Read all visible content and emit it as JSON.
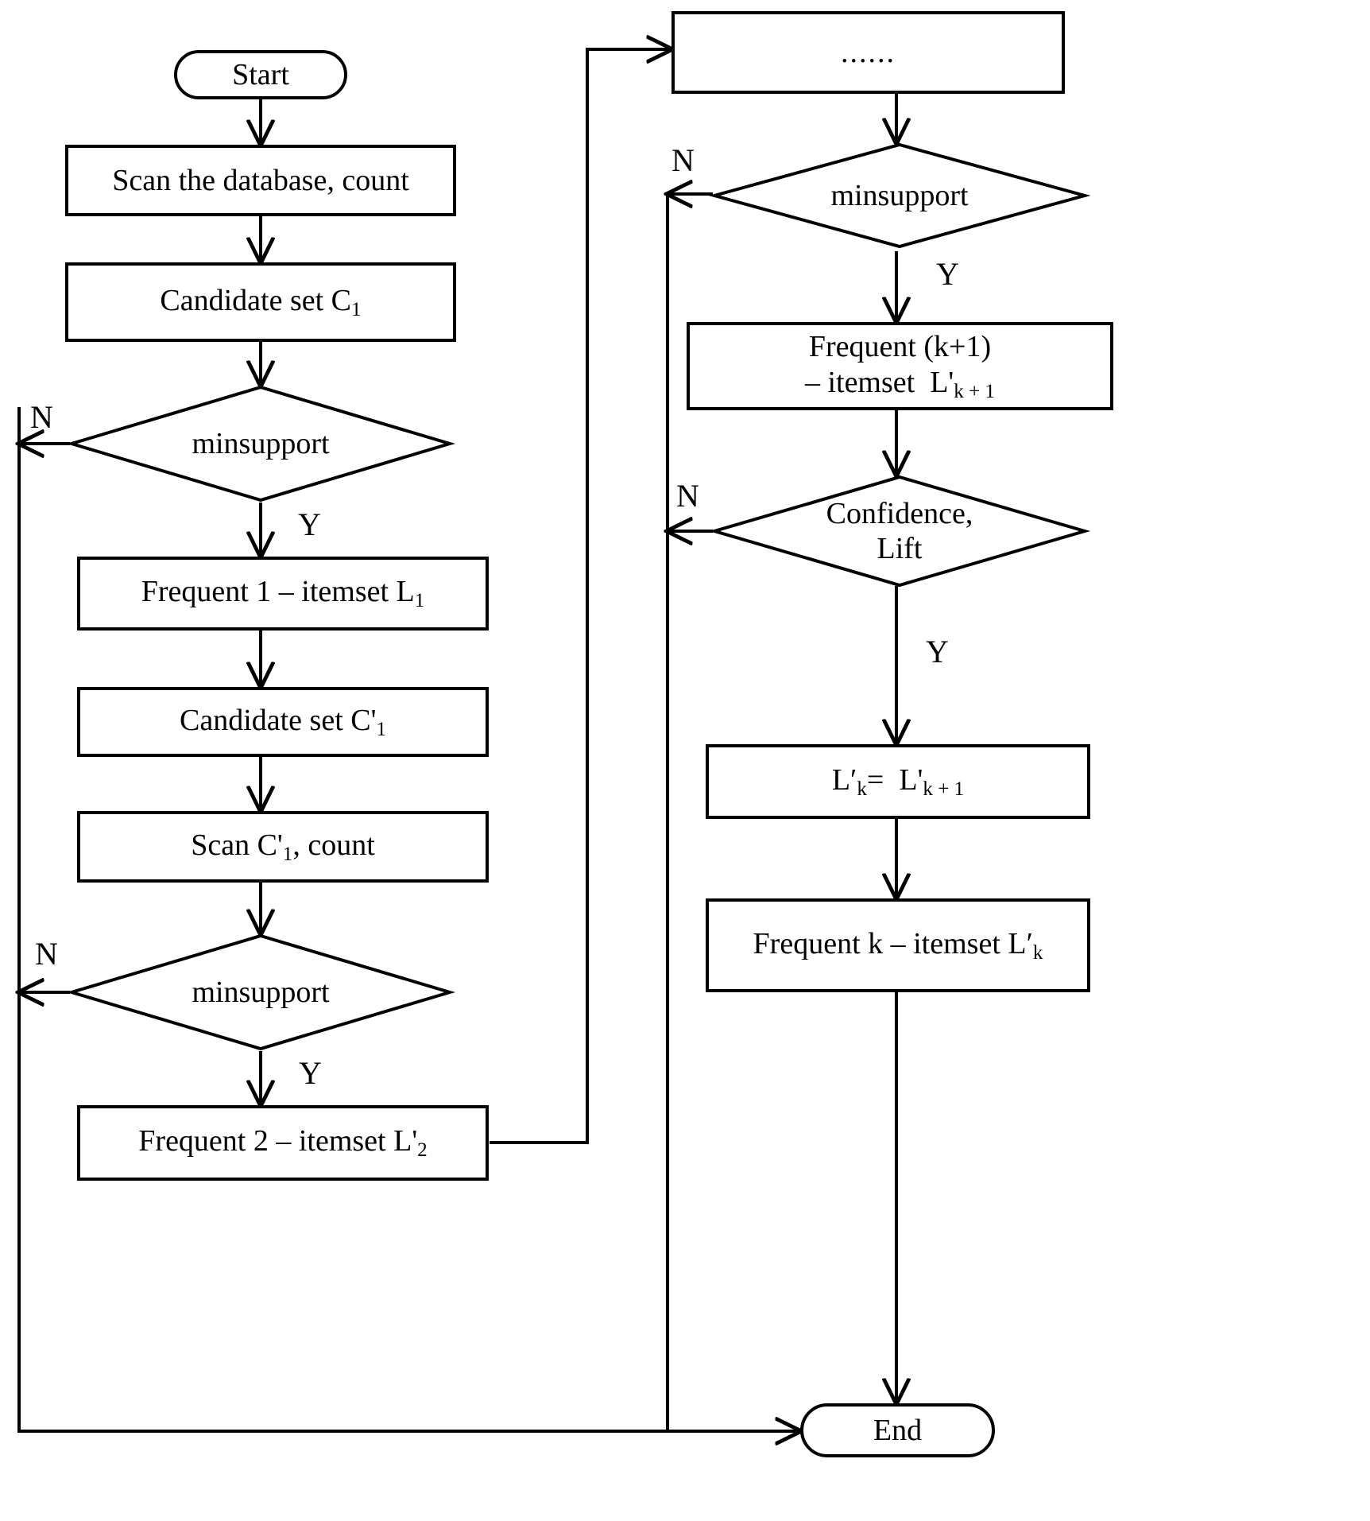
{
  "diagram": {
    "type": "flowchart",
    "title": "Association rule mining (Apriori) flowchart",
    "line_color": "#000000",
    "fill_color": "#ffffff",
    "text_color": "#000000"
  },
  "nodes": {
    "start": {
      "label": "Start",
      "shape": "terminal"
    },
    "scan_db": {
      "label": "Scan the database, count",
      "shape": "process"
    },
    "candidate_c1": {
      "label": "Candidate set C1",
      "shape": "process"
    },
    "minsupport_1": {
      "label": "minsupport",
      "shape": "decision"
    },
    "frequent_l1": {
      "label": "Frequent 1 – itemset L1",
      "shape": "process"
    },
    "candidate_c1p": {
      "label": "Candidate set C'1",
      "shape": "process"
    },
    "scan_c1p": {
      "label": "Scan C'1, count",
      "shape": "process"
    },
    "minsupport_2": {
      "label": "minsupport",
      "shape": "decision"
    },
    "frequent_l2p": {
      "label": "Frequent 2 – itemset L'2",
      "shape": "process"
    },
    "ellipsis": {
      "label": "......",
      "shape": "process"
    },
    "minsupport_3": {
      "label": "minsupport",
      "shape": "decision"
    },
    "frequent_lk1": {
      "label": "Frequent (k+1)\n– itemset L'k+1",
      "shape": "process"
    },
    "confidence_lift": {
      "label": "Confidence,\nLift",
      "shape": "decision"
    },
    "assign_lk": {
      "label": "L'k = L'k+1",
      "shape": "process"
    },
    "frequent_lk": {
      "label": "Frequent k – itemset L'k",
      "shape": "process"
    },
    "end": {
      "label": "End",
      "shape": "terminal"
    }
  },
  "branch_labels": {
    "minsupport1_no": "N",
    "minsupport1_yes": "Y",
    "minsupport2_no": "N",
    "minsupport2_yes": "Y",
    "minsupport3_no": "N",
    "minsupport3_yes": "Y",
    "confidence_no": "N",
    "confidence_yes": "Y"
  },
  "edges": [
    {
      "from": "start",
      "to": "scan_db",
      "label": ""
    },
    {
      "from": "scan_db",
      "to": "candidate_c1",
      "label": ""
    },
    {
      "from": "candidate_c1",
      "to": "minsupport_1",
      "label": ""
    },
    {
      "from": "minsupport_1",
      "to": "end",
      "label": "N"
    },
    {
      "from": "minsupport_1",
      "to": "frequent_l1",
      "label": "Y"
    },
    {
      "from": "frequent_l1",
      "to": "candidate_c1p",
      "label": ""
    },
    {
      "from": "candidate_c1p",
      "to": "scan_c1p",
      "label": ""
    },
    {
      "from": "scan_c1p",
      "to": "minsupport_2",
      "label": ""
    },
    {
      "from": "minsupport_2",
      "to": "end",
      "label": "N"
    },
    {
      "from": "minsupport_2",
      "to": "frequent_l2p",
      "label": "Y"
    },
    {
      "from": "frequent_l2p",
      "to": "ellipsis",
      "label": ""
    },
    {
      "from": "ellipsis",
      "to": "minsupport_3",
      "label": ""
    },
    {
      "from": "minsupport_3",
      "to": "end",
      "label": "N"
    },
    {
      "from": "minsupport_3",
      "to": "frequent_lk1",
      "label": "Y"
    },
    {
      "from": "frequent_lk1",
      "to": "confidence_lift",
      "label": ""
    },
    {
      "from": "confidence_lift",
      "to": "end",
      "label": "N"
    },
    {
      "from": "confidence_lift",
      "to": "assign_lk",
      "label": "Y"
    },
    {
      "from": "assign_lk",
      "to": "frequent_lk",
      "label": ""
    },
    {
      "from": "frequent_lk",
      "to": "end",
      "label": ""
    }
  ]
}
